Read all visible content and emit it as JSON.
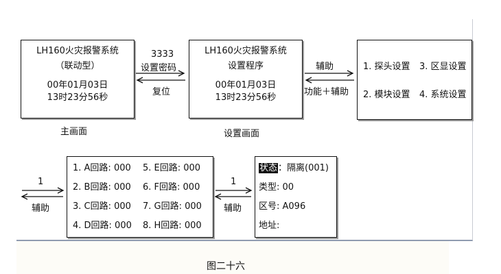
{
  "main_screen": {
    "line1": "LH160火灾报警系统",
    "line2": "（联动型）",
    "line3": "00年01月03日",
    "line4": "13时23分56秒",
    "caption": "主画面"
  },
  "arrow_main_to_setup": {
    "top_line1": "3333",
    "top_line2": "设置密码",
    "bottom": "复位"
  },
  "setup_screen": {
    "line1": "LH160火灾报警系统",
    "line2": "设置程序",
    "line3": "00年01月03日",
    "line4": "13时23分56秒",
    "caption": "设置画面"
  },
  "arrow_setup_to_menu": {
    "top": "辅助",
    "bottom": "功能＋辅助"
  },
  "menu_screen": {
    "items": [
      "1. 探头设置",
      "3. 区显设置",
      "2. 模块设置",
      "4. 系统设置"
    ]
  },
  "arrow_left_in": {
    "top": "1",
    "bottom": "辅助"
  },
  "loops_screen": {
    "rows": [
      [
        "1. A回路: 000",
        "5. E回路: 000"
      ],
      [
        "2. B回路: 000",
        "6. F回路: 000"
      ],
      [
        "3. C回路: 000",
        "7. G回路: 000"
      ],
      [
        "4. D回路: 000",
        "8. H回路: 000"
      ]
    ]
  },
  "arrow_loops_to_status": {
    "top": "1",
    "bottom": "辅助"
  },
  "status_screen": {
    "status_label": "状态",
    "status_value": "：隔离(001)",
    "type_line": "类型:  00",
    "zone_line": "区号:  A096",
    "addr_line": "地址:"
  },
  "figure_caption": "图二十六"
}
